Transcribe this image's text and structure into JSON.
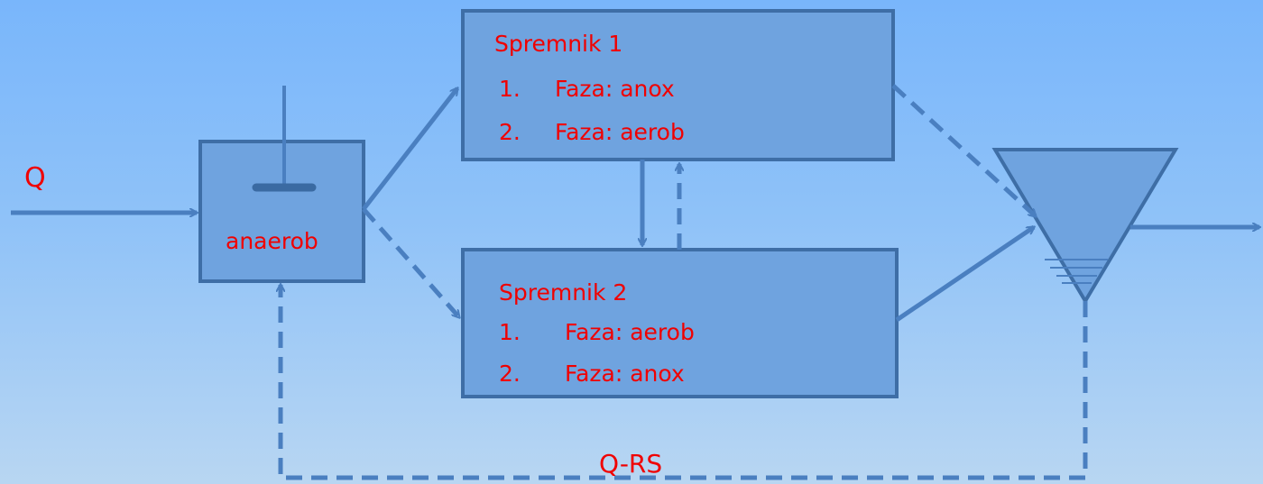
{
  "inflow_label": "Q",
  "anaerobic_tank": {
    "label": "anaerob"
  },
  "tank1": {
    "title": "Spremnik 1",
    "phases": [
      {
        "num": "1.",
        "text": "Faza: anox"
      },
      {
        "num": "2.",
        "text": "Faza: aerob"
      }
    ]
  },
  "tank2": {
    "title": "Spremnik 2",
    "phases": [
      {
        "num": "1.",
        "text": "Faza: aerob"
      },
      {
        "num": "2.",
        "text": "Faza: anox"
      }
    ]
  },
  "recycle_label": "Q-RS",
  "colors": {
    "box_fill": "#6fa3df",
    "box_stroke": "#3e6ea6",
    "line": "#4a7fc0",
    "text": "#f00000"
  }
}
